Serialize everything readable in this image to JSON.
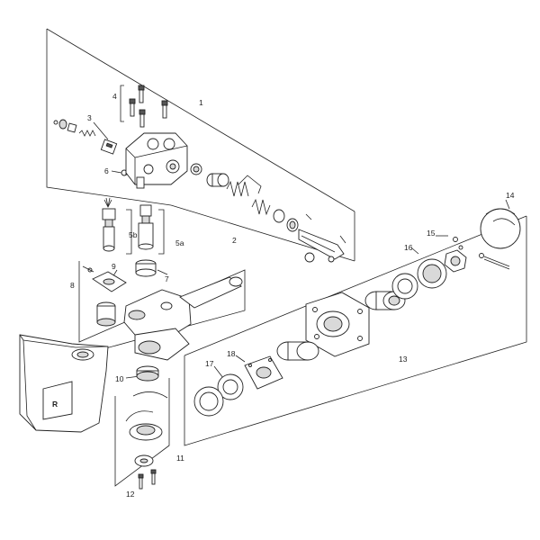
{
  "diagram": {
    "callouts": [
      {
        "id": "c1",
        "text": "1"
      },
      {
        "id": "c2",
        "text": "2"
      },
      {
        "id": "c3",
        "text": "3"
      },
      {
        "id": "c4",
        "text": "4"
      },
      {
        "id": "c5a",
        "text": "5a"
      },
      {
        "id": "c5b",
        "text": "5b"
      },
      {
        "id": "c6",
        "text": "6"
      },
      {
        "id": "c7",
        "text": "7"
      },
      {
        "id": "c8",
        "text": "8"
      },
      {
        "id": "c9",
        "text": "9"
      },
      {
        "id": "c10",
        "text": "10"
      },
      {
        "id": "c11",
        "text": "11"
      },
      {
        "id": "c12",
        "text": "12"
      },
      {
        "id": "c13",
        "text": "13"
      },
      {
        "id": "c14",
        "text": "14"
      },
      {
        "id": "c15",
        "text": "15"
      },
      {
        "id": "c16",
        "text": "16"
      },
      {
        "id": "c17",
        "text": "17"
      },
      {
        "id": "c18",
        "text": "18"
      }
    ],
    "logo_letter": "R"
  }
}
